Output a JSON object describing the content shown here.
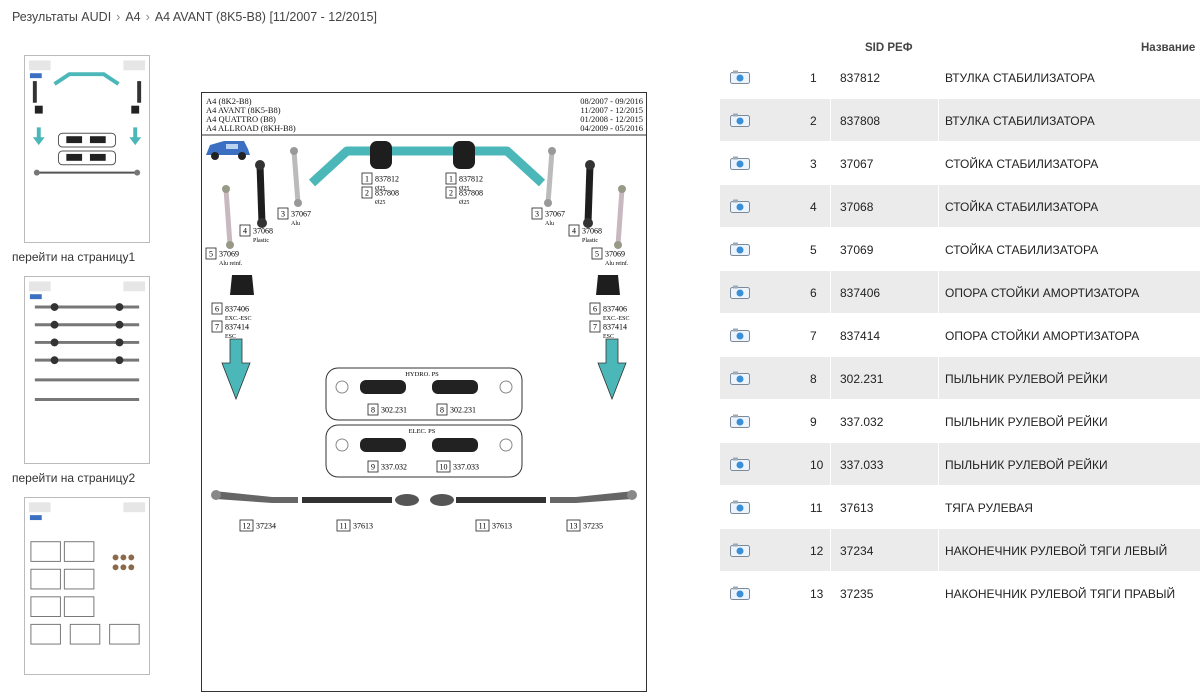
{
  "breadcrumb": {
    "root": "Результаты AUDI",
    "make": "A4",
    "model": "A4 AVANT (8K5-B8) [11/2007 - 12/2015]"
  },
  "thumbnails": {
    "link1": "перейти на страницу1",
    "link2": "перейти на страницу2"
  },
  "diagram": {
    "header_models": [
      "A4 (8K2-B8)",
      "A4 AVANT (8K5-B8)",
      "A4 QUATTRO (B8)",
      "A4 ALLROAD (8KH-B8)"
    ],
    "header_dates": [
      "08/2007 - 09/2016",
      "11/2007 - 12/2015",
      "01/2008 - 12/2015",
      "04/2009 - 05/2016"
    ],
    "labels": {
      "p1_l": {
        "n": "1",
        "code": "837812",
        "note": "Ø25"
      },
      "p2_l": {
        "n": "2",
        "code": "837808",
        "note": "Ø25"
      },
      "p1_r": {
        "n": "1",
        "code": "837812",
        "note": "Ø25"
      },
      "p2_r": {
        "n": "2",
        "code": "837808",
        "note": "Ø25"
      },
      "p3_l": {
        "n": "3",
        "code": "37067",
        "note": "Alu"
      },
      "p4_l": {
        "n": "4",
        "code": "37068",
        "note": "Plastic"
      },
      "p5_l": {
        "n": "5",
        "code": "37069",
        "note": "Alu reinf."
      },
      "p3_r": {
        "n": "3",
        "code": "37067",
        "note": "Alu"
      },
      "p4_r": {
        "n": "4",
        "code": "37068",
        "note": "Plastic"
      },
      "p5_r": {
        "n": "5",
        "code": "37069",
        "note": "Alu reinf."
      },
      "p6_l": {
        "n": "6",
        "code": "837406",
        "note": "EXC.-ESC"
      },
      "p7_l": {
        "n": "7",
        "code": "837414",
        "note": "ESC"
      },
      "p6_r": {
        "n": "6",
        "code": "837406",
        "note": "EXC.-ESC"
      },
      "p7_r": {
        "n": "7",
        "code": "837414",
        "note": "ESC"
      },
      "hydro": "HYDRO. PS",
      "elec": "ELEC. PS",
      "p8_l": {
        "n": "8",
        "code": "302.231"
      },
      "p8_r": {
        "n": "8",
        "code": "302.231"
      },
      "p9": {
        "n": "9",
        "code": "337.032"
      },
      "p10": {
        "n": "10",
        "code": "337.033"
      },
      "p12": {
        "n": "12",
        "code": "37234"
      },
      "p11_l": {
        "n": "11",
        "code": "37613"
      },
      "p11_r": {
        "n": "11",
        "code": "37613"
      },
      "p13": {
        "n": "13",
        "code": "37235"
      }
    }
  },
  "table": {
    "col_ref": "SID РЕФ",
    "col_name": "Название",
    "rows": [
      {
        "num": "1",
        "ref": "837812",
        "name": "ВТУЛКА СТАБИЛИЗАТОРА"
      },
      {
        "num": "2",
        "ref": "837808",
        "name": "ВТУЛКА СТАБИЛИЗАТОРА"
      },
      {
        "num": "3",
        "ref": "37067",
        "name": "СТОЙКА СТАБИЛИЗАТОРА"
      },
      {
        "num": "4",
        "ref": "37068",
        "name": "СТОЙКА СТАБИЛИЗАТОРА"
      },
      {
        "num": "5",
        "ref": "37069",
        "name": "СТОЙКА СТАБИЛИЗАТОРА"
      },
      {
        "num": "6",
        "ref": "837406",
        "name": "ОПОРА СТОЙКИ АМОРТИЗАТОРА"
      },
      {
        "num": "7",
        "ref": "837414",
        "name": "ОПОРА СТОЙКИ АМОРТИЗАТОРА"
      },
      {
        "num": "8",
        "ref": "302.231",
        "name": "ПЫЛЬНИК РУЛЕВОЙ РЕЙКИ"
      },
      {
        "num": "9",
        "ref": "337.032",
        "name": "ПЫЛЬНИК РУЛЕВОЙ РЕЙКИ"
      },
      {
        "num": "10",
        "ref": "337.033",
        "name": "ПЫЛЬНИК РУЛЕВОЙ РЕЙКИ"
      },
      {
        "num": "11",
        "ref": "37613",
        "name": "ТЯГА РУЛЕВАЯ"
      },
      {
        "num": "12",
        "ref": "37234",
        "name": "НАКОНЕЧНИК РУЛЕВОЙ ТЯГИ ЛЕВЫЙ"
      },
      {
        "num": "13",
        "ref": "37235",
        "name": "НАКОНЕЧНИК РУЛЕВОЙ ТЯГИ ПРАВЫЙ"
      }
    ]
  },
  "colors": {
    "accent_teal": "#4bb7b8",
    "row_shade": "#ebebeb",
    "camera_blue": "#3a8fd6"
  },
  "icons": {
    "row_photo": "camera-icon"
  }
}
